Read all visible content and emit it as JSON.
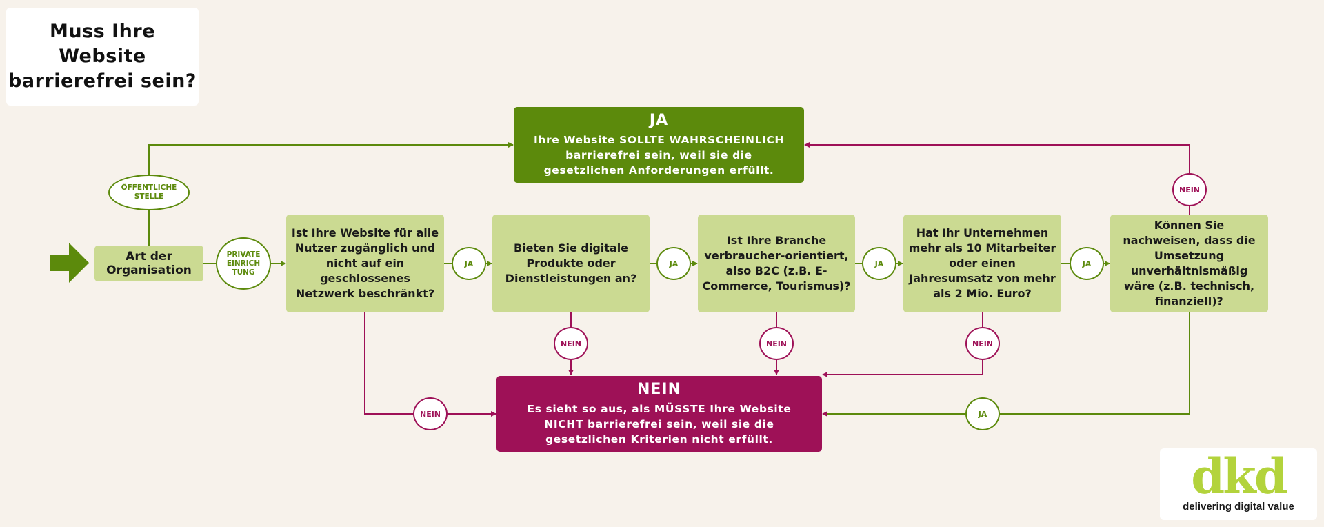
{
  "title": "Muss Ihre Website barrierefrei sein?",
  "start": {
    "label": "Art der Organisation"
  },
  "branches": {
    "public": "ÖFFENTLICHE STELLE",
    "private": "PRIVATE EINRICH TUNG"
  },
  "questions": [
    "Ist Ihre Website für alle Nutzer zugänglich und nicht auf ein geschlossenes Netzwerk beschränkt?",
    "Bieten Sie digitale Produkte oder Dienstleistungen an?",
    "Ist Ihre Branche verbraucher-orientiert, also B2C (z.B. E-Commerce, Tourismus)?",
    "Hat Ihr Unternehmen mehr als 10 Mitarbeiter oder einen Jahresumsatz von mehr als 2 Mio. Euro?",
    "Können Sie nachweisen, dass die Umsetzung unverhältnismäßig wäre (z.B. technisch, finanziell)?"
  ],
  "answers": {
    "yes": "JA",
    "no": "NEIN"
  },
  "result_yes": {
    "head": "JA",
    "text": "Ihre Website SOLLTE WAHRSCHEINLICH barrierefrei sein, weil sie die gesetzlichen Anforderungen erfüllt."
  },
  "result_no": {
    "head": "NEIN",
    "text": "Es sieht so aus, als MÜSSTE Ihre Website NICHT barrierefrei sein, weil sie die gesetzlichen Kriterien nicht erfüllt."
  },
  "logo": {
    "word": "dkd",
    "tagline": "delivering digital value"
  },
  "colors": {
    "background": "#f7f2eb",
    "question_box": "#cbda92",
    "yes_green": "#5c8a0c",
    "no_magenta": "#9e1157"
  }
}
